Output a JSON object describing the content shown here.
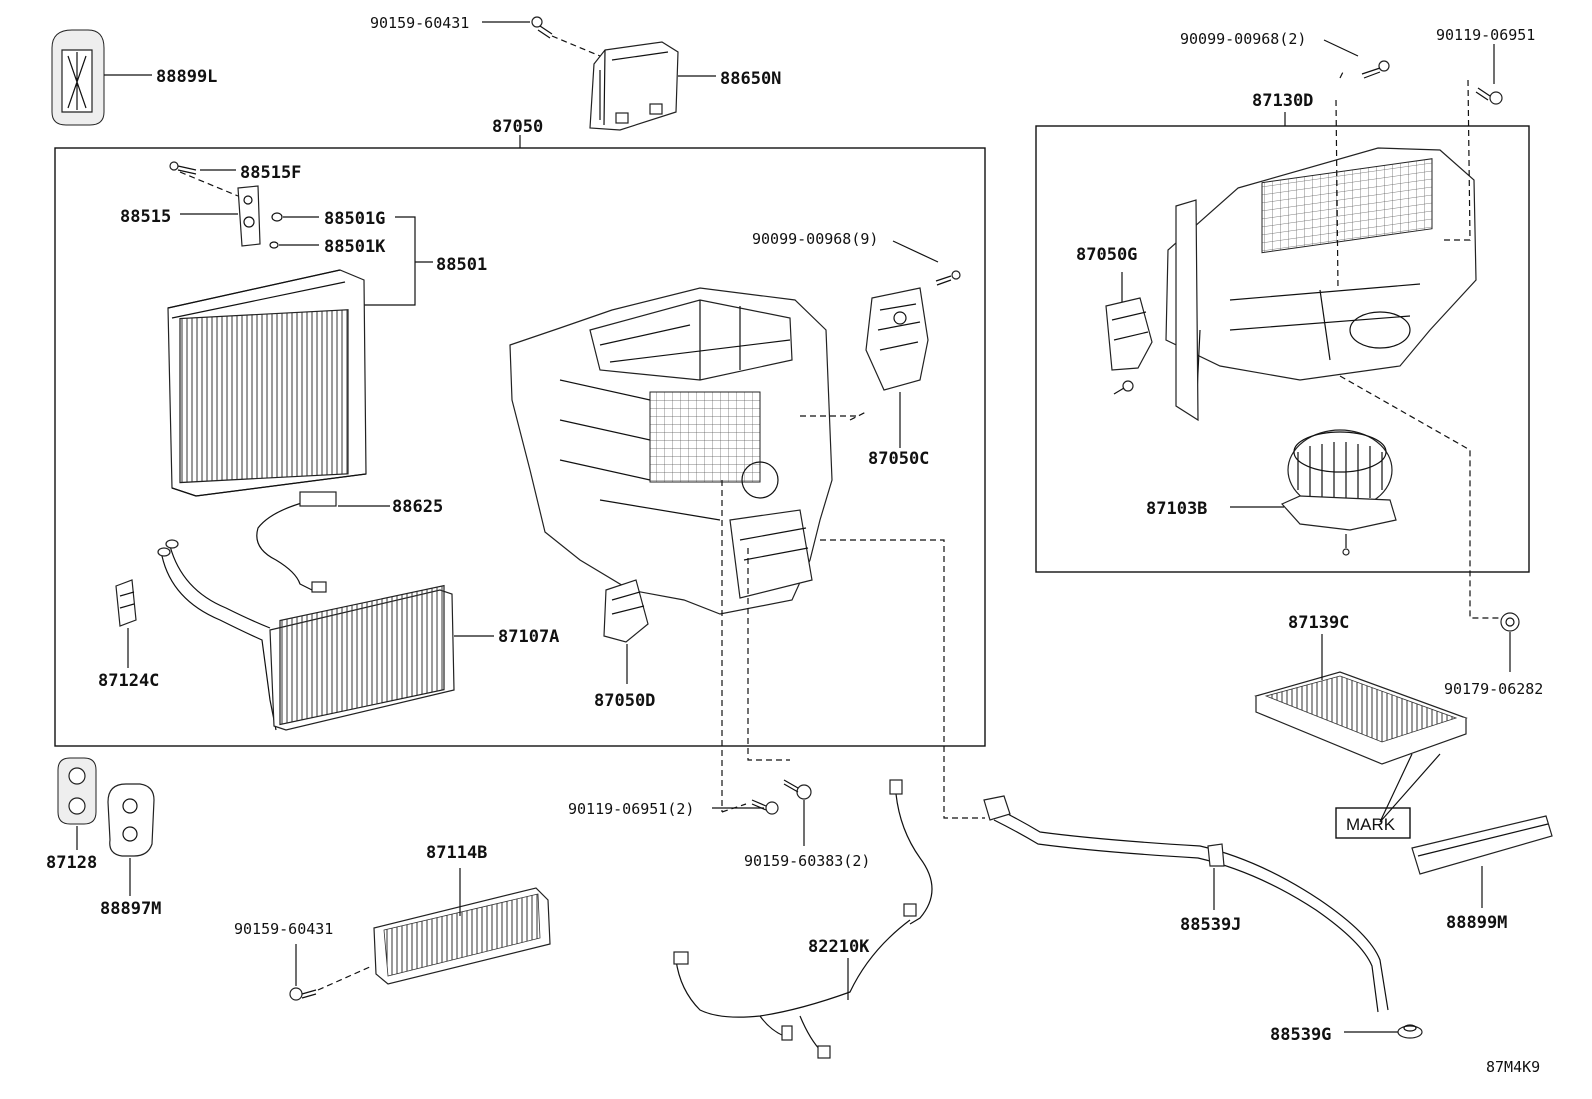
{
  "diagram_id": "87M4K9",
  "mark_label": "MARK",
  "labels": {
    "p88899L": "88899L",
    "p90159_60431_top": "90159-60431",
    "p88650N": "88650N",
    "p87050": "87050",
    "p88515F": "88515F",
    "p88515": "88515",
    "p88501G": "88501G",
    "p88501K": "88501K",
    "p88501": "88501",
    "p90099_00968_9": "90099-00968(9)",
    "p87050C": "87050C",
    "p88625": "88625",
    "p87107A": "87107A",
    "p87124C": "87124C",
    "p87050D": "87050D",
    "p90099_00968_2": "90099-00968(2)",
    "p90119_06951_top": "90119-06951",
    "p87130D": "87130D",
    "p87050G": "87050G",
    "p87103B": "87103B",
    "p87139C": "87139C",
    "p90179_06282": "90179-06282",
    "p87128": "87128",
    "p88897M": "88897M",
    "p87114B": "87114B",
    "p90159_60431_bot": "90159-60431",
    "p90119_06951_2": "90119-06951(2)",
    "p90159_60383_2": "90159-60383(2)",
    "p82210K": "82210K",
    "p88539J": "88539J",
    "p88899M": "88899M",
    "p88539G": "88539G"
  }
}
